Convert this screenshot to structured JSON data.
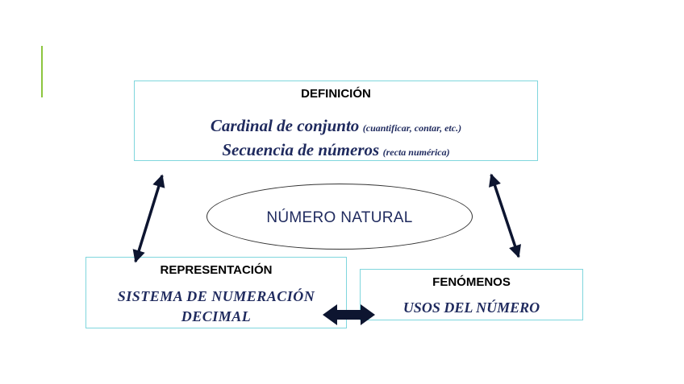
{
  "definition": {
    "title": "DEFINICIÓN",
    "line1_main": "Cardinal de conjunto",
    "line1_note": "(cuantificar, contar, etc.)",
    "line2_main": "Secuencia de números",
    "line2_note": "(recta numérica)"
  },
  "center": {
    "label": "NÚMERO NATURAL"
  },
  "representation": {
    "title": "REPRESENTACIÓN",
    "line1": "SISTEMA DE NUMERACIÓN",
    "line2": "DECIMAL"
  },
  "phenomena": {
    "title": "FENÓMENOS",
    "text": "USOS DEL NÚMERO"
  },
  "colors": {
    "box_border": "#7fd6dd",
    "accent_bar": "#8dc63f",
    "script_text": "#1f2a5e",
    "arrow": "#0d1530"
  },
  "arrows": [
    {
      "name": "definition-representation-arrow",
      "type": "double-headed"
    },
    {
      "name": "definition-phenomena-arrow",
      "type": "double-headed"
    },
    {
      "name": "representation-phenomena-arrow",
      "type": "double-headed"
    }
  ]
}
